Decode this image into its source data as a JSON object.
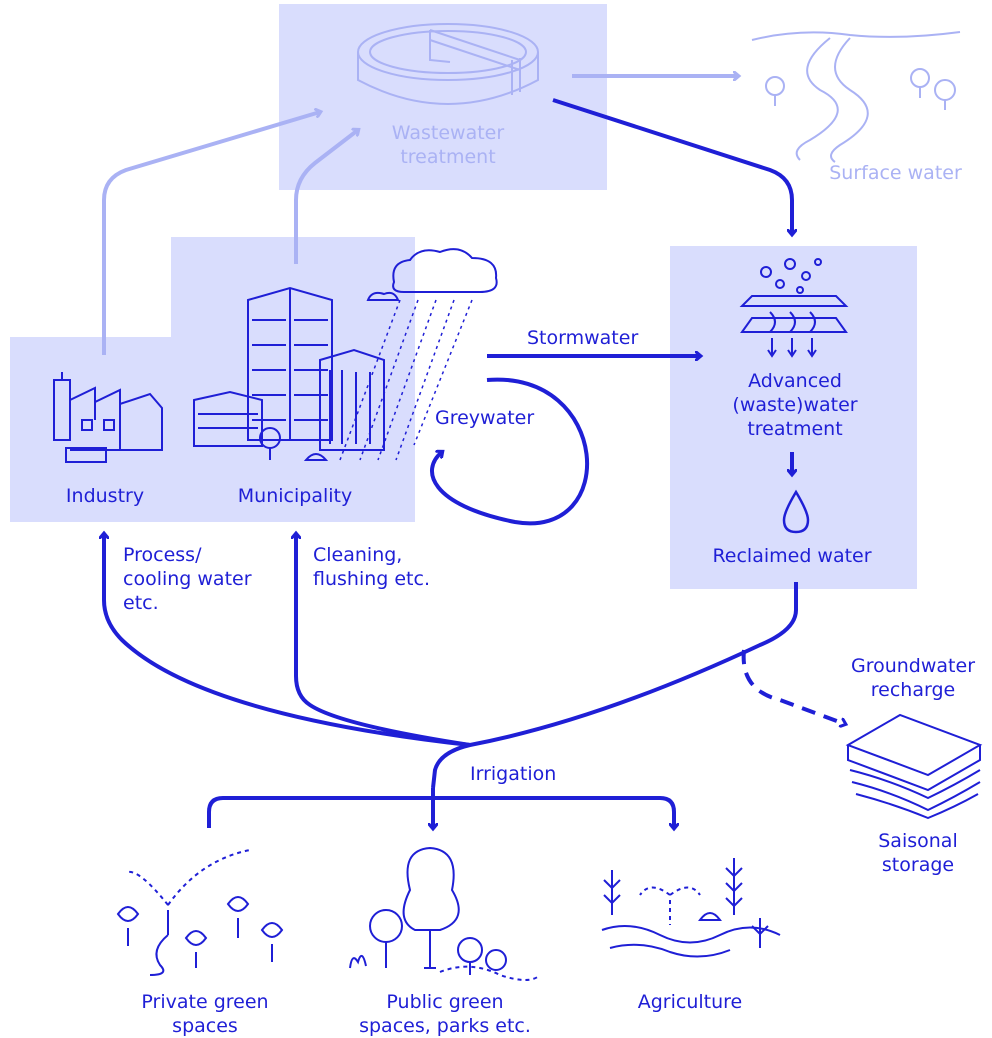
{
  "colors": {
    "primary": "#1f1fd6",
    "faint": "#aab2f4",
    "panel": "#d9ddfd"
  },
  "nodes": {
    "wastewater_treatment": "Wastewater\ntreatment",
    "surface_water": "Surface water",
    "industry": "Industry",
    "municipality": "Municipality",
    "advanced_treatment": "Advanced\n(waste)water\ntreatment",
    "reclaimed_water": "Reclaimed water",
    "groundwater_recharge": "Groundwater\nrecharge",
    "seasonal_storage": "Saisonal\nstorage",
    "private_green": "Private green\nspaces",
    "public_green": "Public green\nspaces, parks etc.",
    "agriculture": "Agriculture"
  },
  "flows": {
    "stormwater": "Stormwater",
    "greywater": "Greywater",
    "process_cooling": "Process/\ncooling water\netc.",
    "cleaning_flushing": "Cleaning,\nflushing etc.",
    "irrigation": "Irrigation"
  },
  "icons": [
    "clarifier-tank-icon",
    "river-icon",
    "factory-icon",
    "city-buildings-icon",
    "rain-cloud-icon",
    "filtration-icon",
    "water-drop-icon",
    "soil-layers-icon",
    "sprinkler-flowers-icon",
    "trees-icon",
    "crops-sprinkler-icon"
  ]
}
